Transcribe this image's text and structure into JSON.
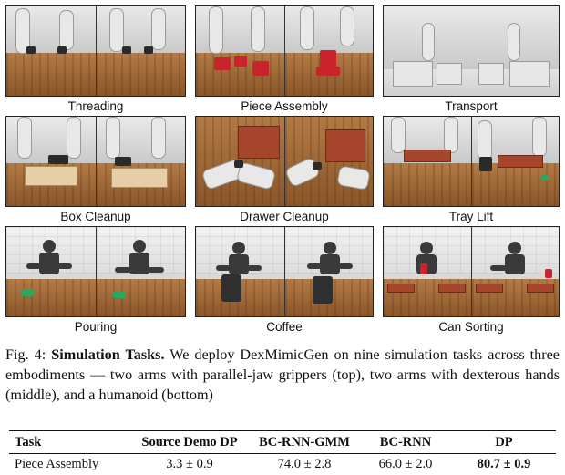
{
  "tasks": [
    {
      "label": "Threading"
    },
    {
      "label": "Piece Assembly"
    },
    {
      "label": "Transport"
    },
    {
      "label": "Box Cleanup"
    },
    {
      "label": "Drawer Cleanup"
    },
    {
      "label": "Tray Lift"
    },
    {
      "label": "Pouring"
    },
    {
      "label": "Coffee"
    },
    {
      "label": "Can Sorting"
    }
  ],
  "caption": {
    "prefix": "Fig. 4: ",
    "title": "Simulation Tasks.",
    "body": " We deploy DexMimicGen on nine simulation tasks across three embodiments — two arms with parallel-jaw grippers (top), two arms with dexterous hands (middle), and a humanoid (bottom)"
  },
  "results_table": {
    "headers": [
      "Task",
      "Source Demo DP",
      "BC-RNN-GMM",
      "BC-RNN",
      "DP"
    ],
    "rows": [
      {
        "task": "Piece Assembly",
        "source": "3.3 ± 0.9",
        "gmm": "74.0 ± 2.8",
        "rnn": "66.0 ± 2.0",
        "dp": "80.7 ± 0.9",
        "best": "dp"
      }
    ]
  }
}
